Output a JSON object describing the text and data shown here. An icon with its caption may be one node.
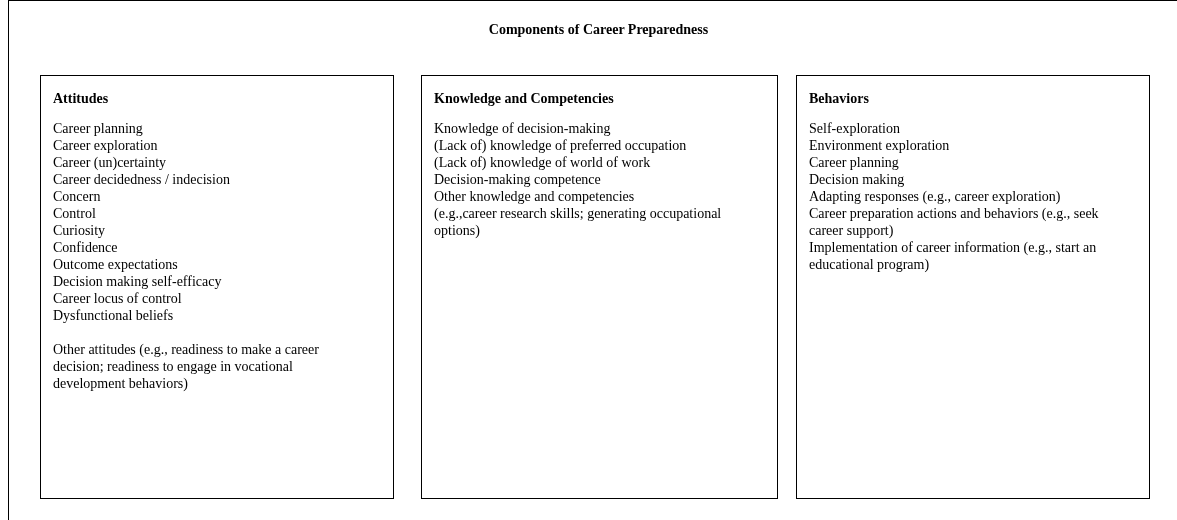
{
  "diagram": {
    "nodes": [
      {
        "text": [
          "Components of Career Preparedness"
        ]
      },
      {
        "text": [
          "Attitudes",
          "Career planning",
          "Career exploration",
          "Career (un)certainty",
          "Career decidedness / indecision",
          "Concern",
          "Control",
          "Curiosity",
          "Confidence",
          "Outcome expectations",
          "Decision making self-efficacy",
          "Career locus of control",
          "Dysfunctional beliefs",
          "Other attitudes (e.g., readiness to make a career decision; readiness to engage in vocational development behaviors)"
        ],
        "in": 0
      },
      {
        "text": [
          "Knowledge and Competencies",
          "Knowledge of decision-making",
          "(Lack of) knowledge of preferred occupation",
          "(Lack of) knowledge of world of work",
          "Decision-making competence",
          "Other knowledge and competencies",
          "(e.g.,career research skills; generating occupational options)"
        ],
        "in": 0
      },
      {
        "text": [
          "Behaviors",
          "Self-exploration",
          "Environment exploration",
          "Career planning",
          "Decision making",
          "Adapting responses (e.g., career exploration)",
          "Career preparation actions and behaviors (e.g., seek career support)",
          "Implementation of career information (e.g., start an educational program)"
        ],
        "in": 0
      }
    ],
    "edges": []
  }
}
